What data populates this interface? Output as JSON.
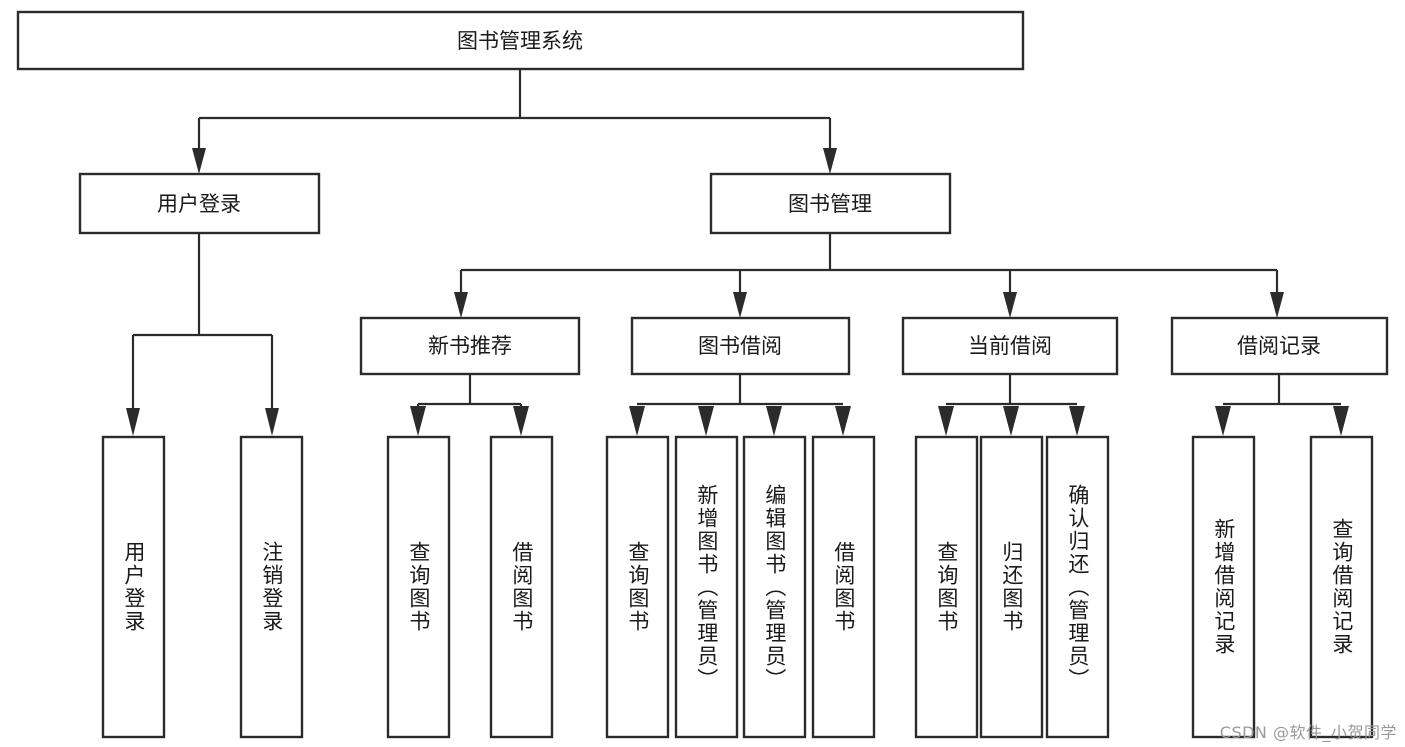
{
  "diagram": {
    "title": "图书管理系统",
    "type": "tree",
    "watermark": "CSDN @软件_小贺同学",
    "colors": {
      "background": "#ffffff",
      "box_stroke": "#2b2b2b",
      "box_fill": "#ffffff",
      "connector": "#2b2b2b",
      "text": "#1a1a1a",
      "watermark": "#9a9a9a"
    },
    "root": {
      "id": "root",
      "label": "图书管理系统",
      "orientation": "horizontal"
    },
    "level2": [
      {
        "id": "user-login",
        "label": "用户登录",
        "orientation": "horizontal"
      },
      {
        "id": "book-manage",
        "label": "图书管理",
        "orientation": "horizontal"
      }
    ],
    "level3": [
      {
        "id": "new-book-recommend",
        "label": "新书推荐",
        "orientation": "horizontal",
        "parent": "book-manage"
      },
      {
        "id": "book-borrow",
        "label": "图书借阅",
        "orientation": "horizontal",
        "parent": "book-manage"
      },
      {
        "id": "current-borrow",
        "label": "当前借阅",
        "orientation": "horizontal",
        "parent": "book-manage"
      },
      {
        "id": "borrow-record",
        "label": "借阅记录",
        "orientation": "horizontal",
        "parent": "book-manage"
      }
    ],
    "leaves": [
      {
        "id": "leaf-user-login",
        "label": "用户登录",
        "parent": "user-login",
        "orientation": "vertical"
      },
      {
        "id": "leaf-logout",
        "label": "注销登录",
        "parent": "user-login",
        "orientation": "vertical"
      },
      {
        "id": "leaf-query-book-1",
        "label": "查询图书",
        "parent": "new-book-recommend",
        "orientation": "vertical"
      },
      {
        "id": "leaf-borrow-book-1",
        "label": "借阅图书",
        "parent": "new-book-recommend",
        "orientation": "vertical"
      },
      {
        "id": "leaf-query-book-2",
        "label": "查询图书",
        "parent": "book-borrow",
        "orientation": "vertical"
      },
      {
        "id": "leaf-add-book",
        "label": "新增图书（管理员）",
        "parent": "book-borrow",
        "orientation": "vertical"
      },
      {
        "id": "leaf-edit-book",
        "label": "编辑图书（管理员）",
        "parent": "book-borrow",
        "orientation": "vertical"
      },
      {
        "id": "leaf-borrow-book-2",
        "label": "借阅图书",
        "parent": "book-borrow",
        "orientation": "vertical"
      },
      {
        "id": "leaf-query-book-3",
        "label": "查询图书",
        "parent": "current-borrow",
        "orientation": "vertical"
      },
      {
        "id": "leaf-return-book",
        "label": "归还图书",
        "parent": "current-borrow",
        "orientation": "vertical"
      },
      {
        "id": "leaf-confirm-return",
        "label": "确认归还（管理员）",
        "parent": "current-borrow",
        "orientation": "vertical"
      },
      {
        "id": "leaf-add-record",
        "label": "新增借阅记录",
        "parent": "borrow-record",
        "orientation": "vertical"
      },
      {
        "id": "leaf-query-record",
        "label": "查询借阅记录",
        "parent": "borrow-record",
        "orientation": "vertical"
      }
    ]
  }
}
